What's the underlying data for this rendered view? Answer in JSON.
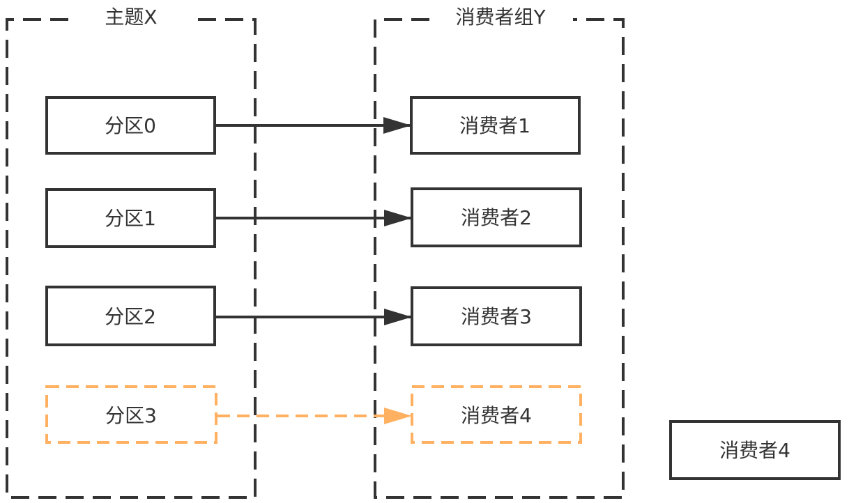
{
  "topic_group": {
    "title": "主题X",
    "partitions": [
      {
        "label": "分区0",
        "style": "solid"
      },
      {
        "label": "分区1",
        "style": "solid"
      },
      {
        "label": "分区2",
        "style": "solid"
      },
      {
        "label": "分区3",
        "style": "dashed-new"
      }
    ]
  },
  "consumer_group": {
    "title": "消费者组Y",
    "consumers": [
      {
        "label": "消费者1",
        "style": "solid"
      },
      {
        "label": "消费者2",
        "style": "solid"
      },
      {
        "label": "消费者3",
        "style": "solid"
      },
      {
        "label": "消费者4",
        "style": "dashed-new"
      }
    ]
  },
  "external_consumer": {
    "label": "消费者4"
  },
  "connections": [
    {
      "from": "分区0",
      "to": "消费者1",
      "style": "solid"
    },
    {
      "from": "分区1",
      "to": "消费者2",
      "style": "solid"
    },
    {
      "from": "分区2",
      "to": "消费者3",
      "style": "solid"
    },
    {
      "from": "分区3",
      "to": "消费者4",
      "style": "dashed-new"
    }
  ],
  "colors": {
    "solid_stroke": "#333333",
    "group_border": "#333333",
    "new_assignment": "#FFB060",
    "text": "#333333",
    "background": "#ffffff"
  }
}
